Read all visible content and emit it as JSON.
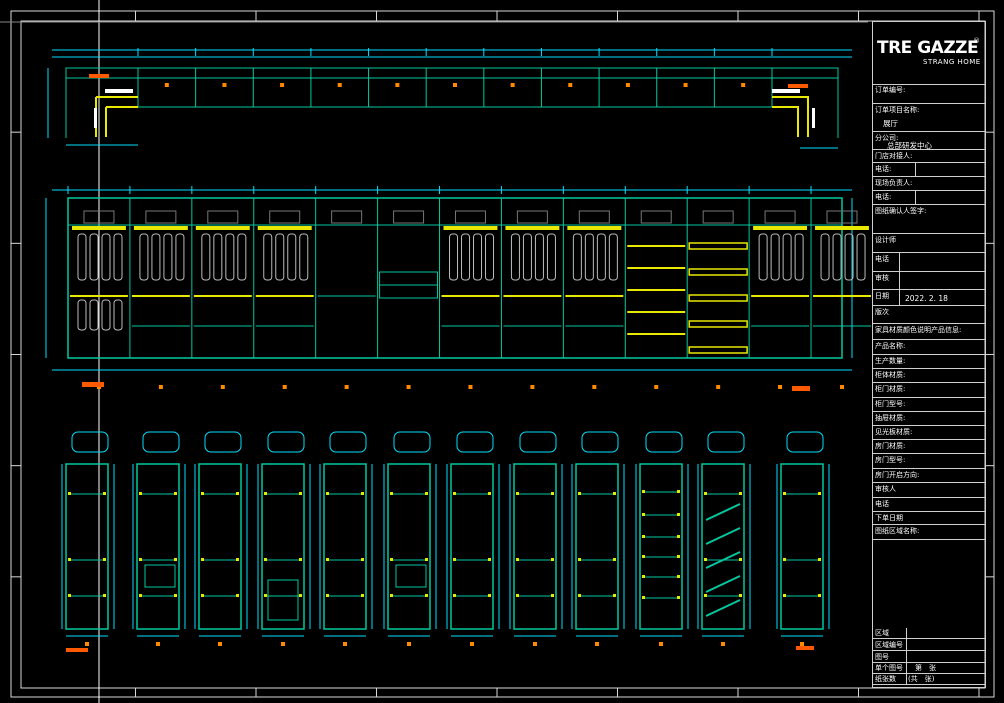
{
  "title_block": {
    "brand": "TRE GAZZE",
    "brand_sub": "STRANG HOME",
    "fields": [
      {
        "label": "订单编号:",
        "value": ""
      },
      {
        "label": "订单项目名称:",
        "value": "展厅"
      },
      {
        "label": "分公司:",
        "value": "总部研发中心"
      },
      {
        "label": "门店对接人:",
        "value": ""
      },
      {
        "label": "电话:",
        "value": ""
      },
      {
        "label": "现场负责人:",
        "value": ""
      },
      {
        "label": "电话:",
        "value": ""
      },
      {
        "label": "图纸确认人签字:",
        "value": ""
      },
      {
        "label": "设计师",
        "value": ""
      },
      {
        "label": "电话",
        "value": ""
      },
      {
        "label": "审核",
        "value": ""
      },
      {
        "label": "日期",
        "value": "2022. 2. 18"
      },
      {
        "label": "版次",
        "value": ""
      },
      {
        "label": "家具材质颜色说明产品信息:",
        "value": ""
      },
      {
        "label": "产品名称:",
        "value": ""
      },
      {
        "label": "生产数量:",
        "value": ""
      },
      {
        "label": "柜体材质:",
        "value": ""
      },
      {
        "label": "柜门材质:",
        "value": ""
      },
      {
        "label": "柜门型号:",
        "value": ""
      },
      {
        "label": "抽屉材质:",
        "value": ""
      },
      {
        "label": "见光板材质:",
        "value": ""
      },
      {
        "label": "房门材质:",
        "value": ""
      },
      {
        "label": "房门型号:",
        "value": ""
      },
      {
        "label": "房门开启方向:",
        "value": ""
      },
      {
        "label": "审核人",
        "value": ""
      },
      {
        "label": "电话",
        "value": ""
      },
      {
        "label": "下单日期",
        "value": ""
      },
      {
        "label": "图纸区域名称:",
        "value": ""
      }
    ],
    "footer": [
      {
        "label": "区域",
        "value": ""
      },
      {
        "label": "区域编号",
        "value": ""
      },
      {
        "label": "图号",
        "value": ""
      },
      {
        "label": "单个图号",
        "value": "第　张"
      },
      {
        "label": "纸张数",
        "value": "(共　张)"
      }
    ]
  },
  "drawing": {
    "plan_view_columns": 13,
    "elevation_units": 13,
    "section_count": 12,
    "colors": {
      "background": "#000000",
      "frame": "#d8d8d8",
      "cabinet": "#00c8a0",
      "dimension": "#00e0ff",
      "accent_yellow": "#e8e800",
      "accent_orange": "#ff8a00",
      "tag_red": "#ff5a00"
    }
  }
}
